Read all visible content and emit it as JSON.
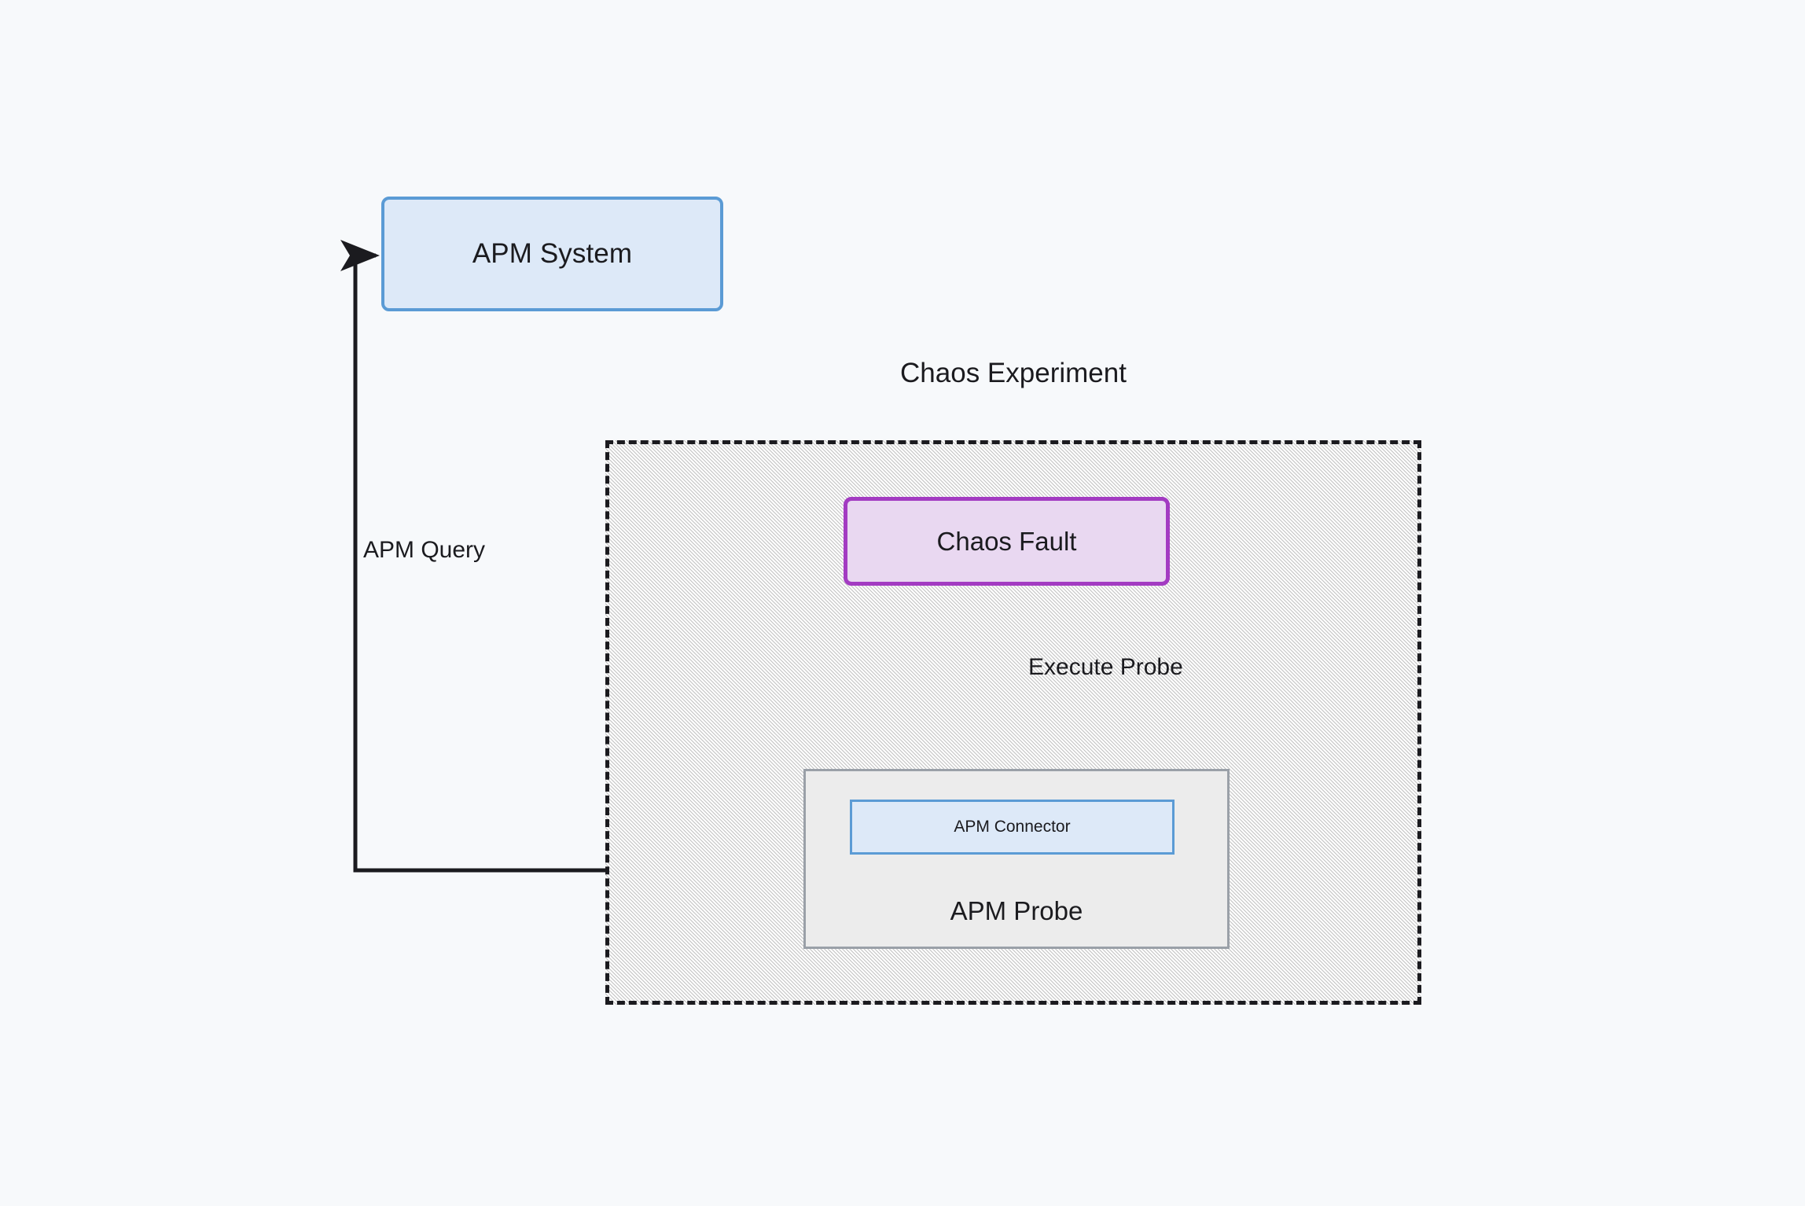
{
  "diagram": {
    "background_color": "#f7f9fb",
    "nodes": {
      "apm_system": {
        "label": "APM System",
        "fill": "#dde9f8",
        "stroke": "#5b9bd5"
      },
      "chaos_fault": {
        "label": "Chaos Fault",
        "fill": "#e9d8f1",
        "stroke": "#a33bc2"
      },
      "apm_connector": {
        "label": "APM Connector",
        "fill": "#dde9f8",
        "stroke": "#5b9bd5"
      }
    },
    "clusters": {
      "chaos_experiment": {
        "title": "Chaos Experiment",
        "stroke": "#1b1b1f",
        "fill": "#ebebeb"
      },
      "apm_probe": {
        "title": "APM Probe",
        "stroke": "#9aa0a8",
        "fill": "#ececec"
      }
    },
    "edges": [
      {
        "id": "chaos-fault-to-apm-probe",
        "label": "Execute Probe",
        "from": "chaos_fault",
        "to": "apm_probe",
        "stroke": "#1b1b1f",
        "arrow": true
      },
      {
        "id": "apm-probe-to-apm-system",
        "label": "APM Query",
        "from": "apm_probe",
        "to": "apm_system",
        "stroke": "#1b1b1f",
        "arrow": true
      }
    ]
  }
}
